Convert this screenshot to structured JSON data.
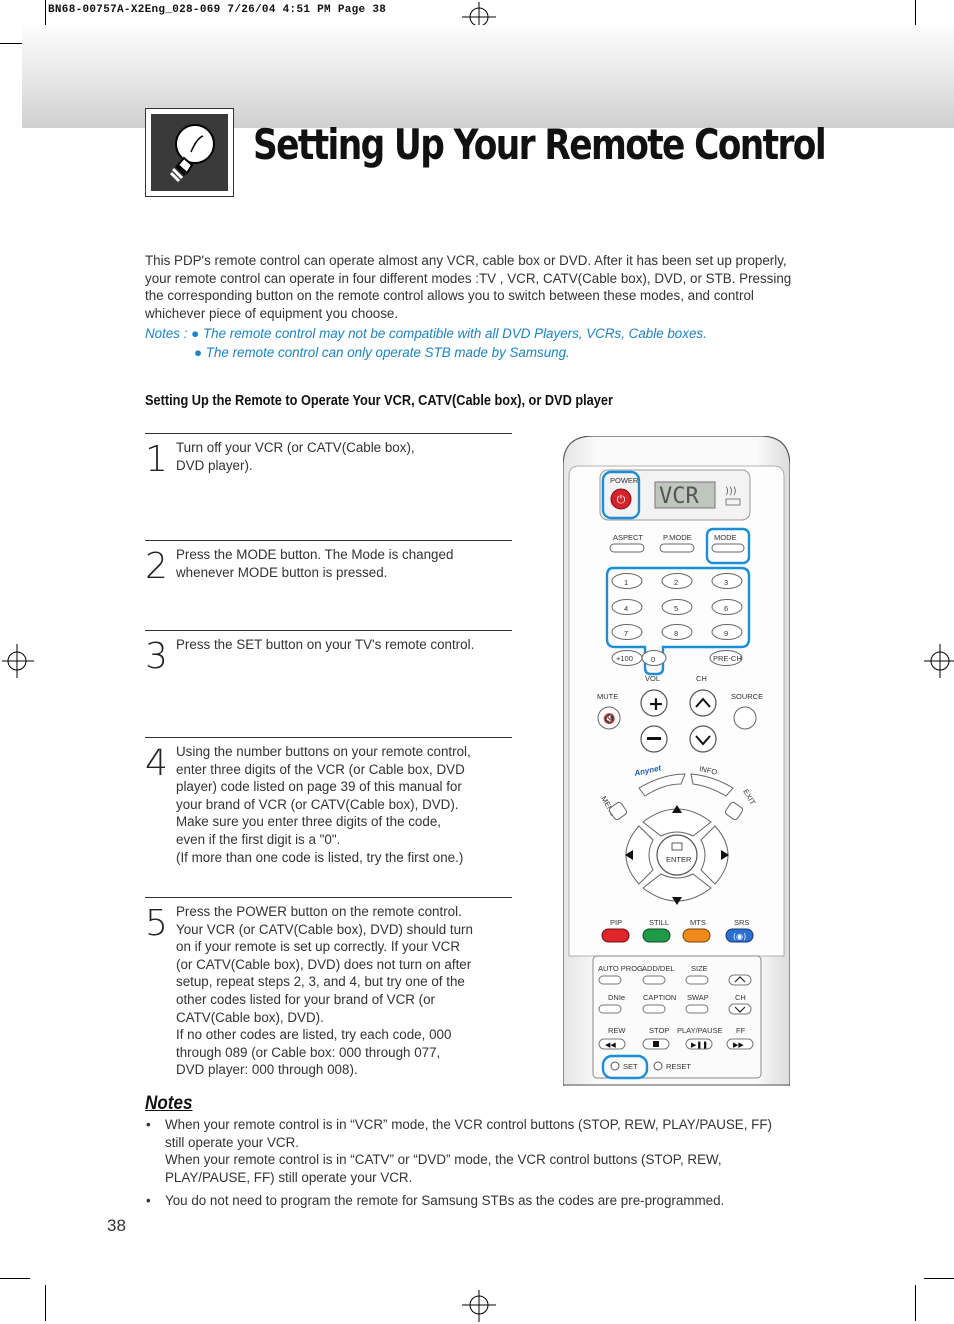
{
  "print_slug": "BN68-00757A-X2Eng_028-069  7/26/04  4:51 PM  Page 38",
  "title": "Setting Up Your Remote Control",
  "icon": "lightbulb-icon",
  "intro": "This PDP's remote control can operate almost any VCR, cable box or DVD. After it has been set up properly, your remote control can operate in four different modes :TV , VCR, CATV(Cable box), DVD, or STB.  Pressing the corresponding button on the remote control allows you to switch between these modes, and control whichever piece of equipment you choose.",
  "notes_intro": {
    "prefix": "Notes : ",
    "items": [
      "● The remote control may not be compatible with all DVD Players, VCRs, Cable boxes.",
      "● The remote control can only operate STB made by Samsung."
    ]
  },
  "section_heading": "Setting Up the Remote to Operate Your VCR, CATV(Cable box), or DVD player",
  "steps": [
    {
      "number": "1",
      "text": "Turn off your VCR (or CATV(Cable box),\nDVD player)."
    },
    {
      "number": "2",
      "text": "Press the MODE button. The Mode is changed\nwhenever MODE button is pressed."
    },
    {
      "number": "3",
      "text": " Press the SET button on your TV's remote control."
    },
    {
      "number": "4",
      "text": "Using the number buttons on your remote control,\nenter three digits of the VCR (or Cable box, DVD\nplayer) code listed on page 39 of this manual for\nyour brand of VCR (or CATV(Cable box), DVD).\nMake sure you enter three digits of the code,\neven if the first digit is a \"0\".\n(If more than one code is listed, try the first one.)"
    },
    {
      "number": "5",
      "text": "Press the POWER button on the remote control.\nYour VCR (or CATV(Cable box), DVD) should turn\non if your remote is set up correctly. If your VCR\n(or  CATV(Cable box), DVD) does not turn on after\nsetup, repeat steps 2, 3, and 4, but try one of the\nother codes listed for your brand of VCR (or\nCATV(Cable box), DVD).\nIf no other codes are listed, try each code, 000\nthrough 089 (or Cable box: 000 through 077,\nDVD player: 000 through 008)."
    }
  ],
  "remote": {
    "display": "VCR",
    "power": "POWER",
    "row1": [
      "ASPECT",
      "P.MODE",
      "MODE"
    ],
    "digits": [
      "1",
      "2",
      "3",
      "4",
      "5",
      "6",
      "7",
      "8",
      "9"
    ],
    "plus100": "+100",
    "zero": "0",
    "prech": "PRE-CH",
    "vol": "VOL",
    "ch": "CH",
    "mute": "MUTE",
    "source": "SOURCE",
    "anynet": "Anynet",
    "info": "INFO",
    "menu": "MENU",
    "exit": "EXIT",
    "enter": "ENTER",
    "color_labels": [
      "PIP",
      "STILL",
      "MTS",
      "SRS"
    ],
    "color_buttons": [
      "#e0262b",
      "#1f9a48",
      "#f08a1c",
      "#2a6fd1"
    ],
    "lower": {
      "row1": [
        "AUTO PROG.",
        "ADD/DEL",
        "SIZE"
      ],
      "row2": [
        "DNIe",
        "CAPTION",
        "SWAP",
        "CH"
      ],
      "row3": [
        "REW",
        "STOP",
        "PLAY/PAUSE",
        "FF"
      ],
      "set": "SET",
      "reset": "RESET"
    },
    "highlight_color": "#1b8fd6"
  },
  "notes": {
    "title": "Notes",
    "items": [
      "When your remote control is in “VCR” mode, the VCR control buttons (STOP, REW, PLAY/PAUSE, FF)\nstill operate your VCR.\nWhen your remote control is in “CATV” or “DVD” mode, the VCR control buttons (STOP, REW,\nPLAY/PAUSE, FF) still operate your VCR.",
      "You do not need to program the remote for Samsung STBs as the codes are pre-programmed."
    ]
  },
  "page_number": "38"
}
